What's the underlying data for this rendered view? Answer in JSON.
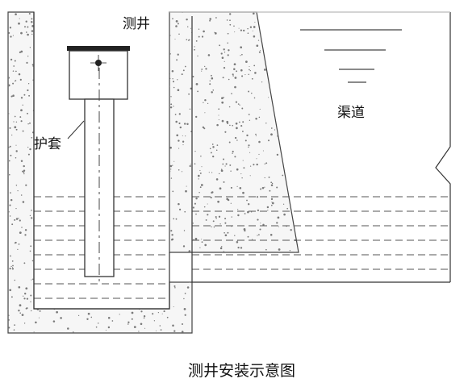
{
  "labels": {
    "well": "测井",
    "casing": "护套",
    "channel": "渠道"
  },
  "caption": "测井安装示意图"
}
